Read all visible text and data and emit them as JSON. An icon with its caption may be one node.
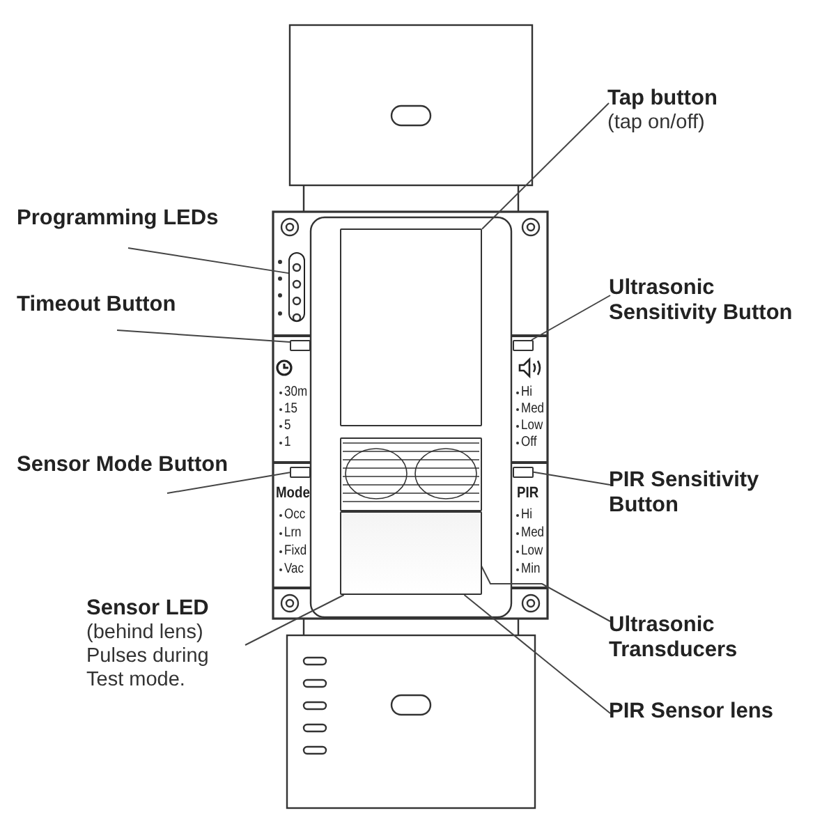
{
  "diagram": {
    "nodes": [
      {
        "text": [
          "Programming LEDs"
        ]
      },
      {
        "text": [],
        "shape": "bar"
      },
      {
        "text": [
          "Timeout Button"
        ]
      },
      {
        "text": [],
        "shape": "box"
      },
      {
        "text": [
          "Sensor Mode Button"
        ]
      },
      {
        "text": [],
        "shape": "box"
      },
      {
        "text": [
          "Sensor LED",
          "(behind lens) Pulses during Test mode."
        ]
      },
      {
        "text": [
          "Tap button",
          "(tap on/off)"
        ]
      },
      {
        "text": [],
        "shape": "box"
      },
      {
        "text": [
          "Ultrasonic Sensitivity Button"
        ]
      },
      {
        "text": [],
        "shape": "box"
      },
      {
        "text": [
          "PIR Sensitivity Button"
        ]
      },
      {
        "text": [],
        "shape": "box"
      },
      {
        "text": [
          "Ultrasonic Transducers"
        ]
      },
      {
        "text": [],
        "shape": "box"
      },
      {
        "text": [
          "PIR Sensor lens"
        ]
      },
      {
        "text": [],
        "shape": "box"
      }
    ],
    "edges": [
      {
        "from": 0,
        "to": 1,
        "arrow": "none"
      },
      {
        "from": 2,
        "to": 3,
        "arrow": "none"
      },
      {
        "from": 4,
        "to": 5,
        "arrow": "none"
      },
      {
        "from": 6,
        "to": 16,
        "arrow": "none"
      },
      {
        "from": 7,
        "to": 8,
        "arrow": "none"
      },
      {
        "from": 9,
        "to": 10,
        "arrow": "none"
      },
      {
        "from": 11,
        "to": 12,
        "arrow": "none"
      },
      {
        "from": 13,
        "to": 14,
        "arrow": "none"
      },
      {
        "from": 15,
        "to": 16,
        "arrow": "none"
      }
    ],
    "labels": [
      "30m",
      "15",
      "5",
      "1",
      "Mode",
      "Occ",
      "Lrn",
      "Fixd",
      "Vac",
      "Hi",
      "Med",
      "Low",
      "Off",
      "PIR",
      "Hi",
      "Med",
      "Low",
      "Min"
    ]
  }
}
